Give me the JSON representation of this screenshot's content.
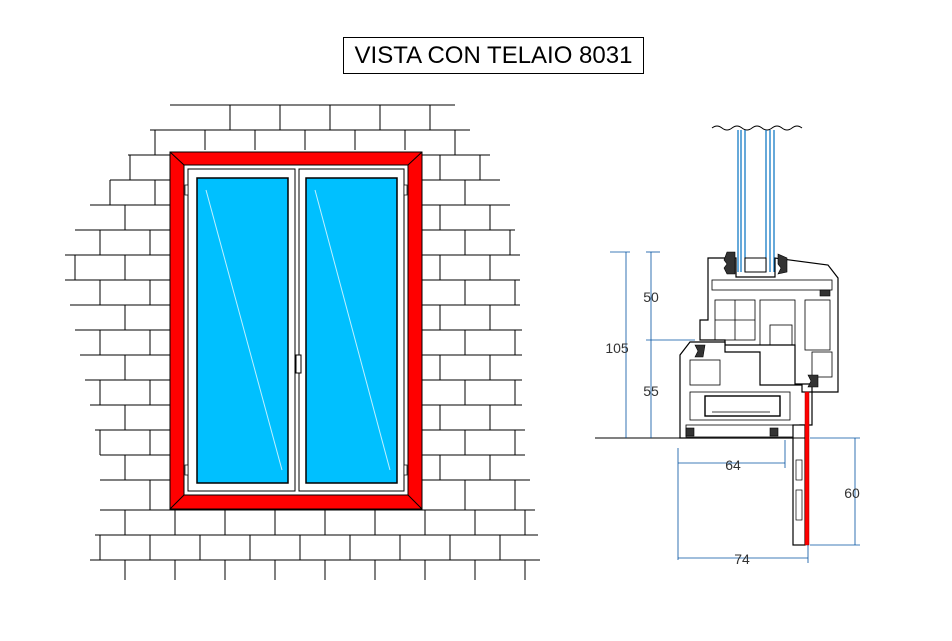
{
  "title": "VISTA CON TELAIO 8031",
  "dimensions": {
    "total_height": "105",
    "upper_height": "50",
    "lower_height": "55",
    "frame_depth": "64",
    "sill_height": "60",
    "total_depth": "74"
  },
  "colors": {
    "frame_red": "#ff0000",
    "glass_blue": "#00c0ff",
    "dimension_line": "#0050a0",
    "line": "#000000"
  }
}
